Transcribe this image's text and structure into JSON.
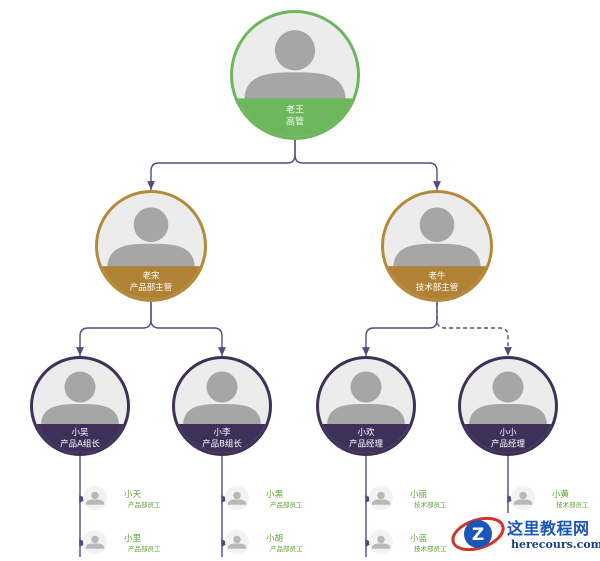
{
  "colors": {
    "connector": "#5a4780",
    "silhouette": "#a6a6a6",
    "photo_bg": "#ececec",
    "employee_text": "#58a435",
    "band_text": "#ffffff"
  },
  "nodes": [
    {
      "id": "laowang",
      "name": "老王",
      "role": "高管",
      "color": "#6cb65b",
      "band": "#6cb65b"
    },
    {
      "id": "laosong",
      "name": "老宋",
      "role": "产品部主管",
      "color": "#b5893a",
      "band": "#b08236"
    },
    {
      "id": "laoniu",
      "name": "老牛",
      "role": "技术部主管",
      "color": "#b5893a",
      "band": "#b08236"
    },
    {
      "id": "xiaowu",
      "name": "小吴",
      "role": "产品A组长",
      "color": "#3e3059",
      "band": "#3e3059"
    },
    {
      "id": "xiaoli",
      "name": "小李",
      "role": "产品B组长",
      "color": "#3e3059",
      "band": "#3e3059"
    },
    {
      "id": "xiaohuan",
      "name": "小欢",
      "role": "产品经理",
      "color": "#3e3059",
      "band": "#3e3059"
    },
    {
      "id": "xiaoxiao",
      "name": "小小",
      "role": "产品经理",
      "color": "#3e3059",
      "band": "#3e3059"
    }
  ],
  "employees": [
    {
      "id": "xiaotian",
      "name": "小天",
      "role": "产品部员工"
    },
    {
      "id": "xiaoli2",
      "name": "小里",
      "role": "产品部员工"
    },
    {
      "id": "xiaohei",
      "name": "小黑",
      "role": "产品部员工"
    },
    {
      "id": "xiaohu",
      "name": "小胡",
      "role": "产品部员工"
    },
    {
      "id": "xiaoli3",
      "name": "小丽",
      "role": "技术部员工"
    },
    {
      "id": "xiaolan",
      "name": "小蓝",
      "role": "技术部员工"
    },
    {
      "id": "xiaohuang",
      "name": "小黄",
      "role": "技术部员工"
    }
  ],
  "watermark": {
    "name": "这里教程网",
    "url": "herecours.com",
    "logo_letter": "Z"
  }
}
